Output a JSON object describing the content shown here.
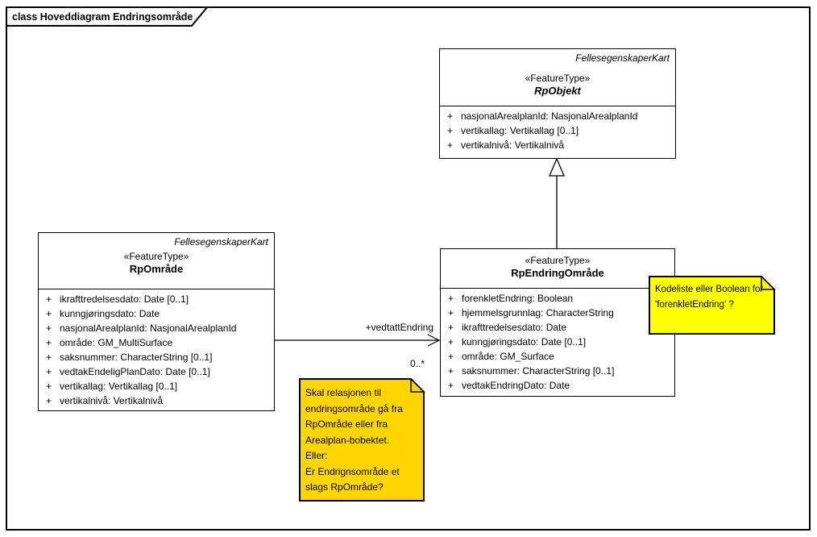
{
  "frame": {
    "title": "class Hoveddiagram Endringsområde"
  },
  "classes": {
    "rpObjekt": {
      "package": "FellesegenskaperKart",
      "stereotype": "«FeatureType»",
      "name": "RpObjekt",
      "attributes": [
        {
          "vis": "+",
          "text": "nasjonalArealplanId: NasjonalArealplanId"
        },
        {
          "vis": "+",
          "text": "vertikallag: Vertikallag [0..1]"
        },
        {
          "vis": "+",
          "text": "vertikalnivå: Vertikalnivå"
        }
      ]
    },
    "rpOmrade": {
      "package": "FellesegenskaperKart",
      "stereotype": "«FeatureType»",
      "name": "RpOmråde",
      "attributes": [
        {
          "vis": "+",
          "text": "ikrafttredelsesdato: Date [0..1]"
        },
        {
          "vis": "+",
          "text": "kunngjøringsdato: Date"
        },
        {
          "vis": "+",
          "text": "nasjonalArealplanId: NasjonalArealplanId"
        },
        {
          "vis": "+",
          "text": "område: GM_MultiSurface"
        },
        {
          "vis": "+",
          "text": "saksnummer: CharacterString [0..1]"
        },
        {
          "vis": "+",
          "text": "vedtakEndeligPlanDato: Date [0..1]"
        },
        {
          "vis": "+",
          "text": "vertikallag: Vertikallag [0..1]"
        },
        {
          "vis": "+",
          "text": "vertikalnivå: Vertikalnivå"
        }
      ]
    },
    "rpEndringOmrade": {
      "stereotype": "«FeatureType»",
      "name": "RpEndringOmråde",
      "attributes": [
        {
          "vis": "+",
          "text": "forenkletEndring: Boolean"
        },
        {
          "vis": "+",
          "text": "hjemmelsgrunnlag: CharacterString"
        },
        {
          "vis": "+",
          "text": "ikrafttredelsesdato: Date"
        },
        {
          "vis": "+",
          "text": "kunngjøringsdato: Date [0..1]"
        },
        {
          "vis": "+",
          "text": "område: GM_Surface"
        },
        {
          "vis": "+",
          "text": "saksnummer: CharacterString [0..1]"
        },
        {
          "vis": "+",
          "text": "vedtakEndringDato: Date"
        }
      ]
    }
  },
  "association": {
    "label": "+vedtattEndring",
    "multiplicity": "0..*"
  },
  "notes": {
    "forenklet": {
      "fill": "#FFFF00",
      "text": "Kodeliste eller Boolean for\n'forenkletEndring' ?"
    },
    "relasjon": {
      "fill": "#FFD500",
      "text": "Skal relasjonen til\nendringsområde gå fra\nRpOmråde eller fra\nArealplan-bobektet.\nEller:\nEr Endrignsområde et\nslags RpOmråde?"
    }
  },
  "colors": {
    "background": "#FFFFFF",
    "line": "#000000",
    "class_fill": "#FFFFFF",
    "note_yellow": "#FFFF00",
    "note_gold": "#FFD500"
  }
}
